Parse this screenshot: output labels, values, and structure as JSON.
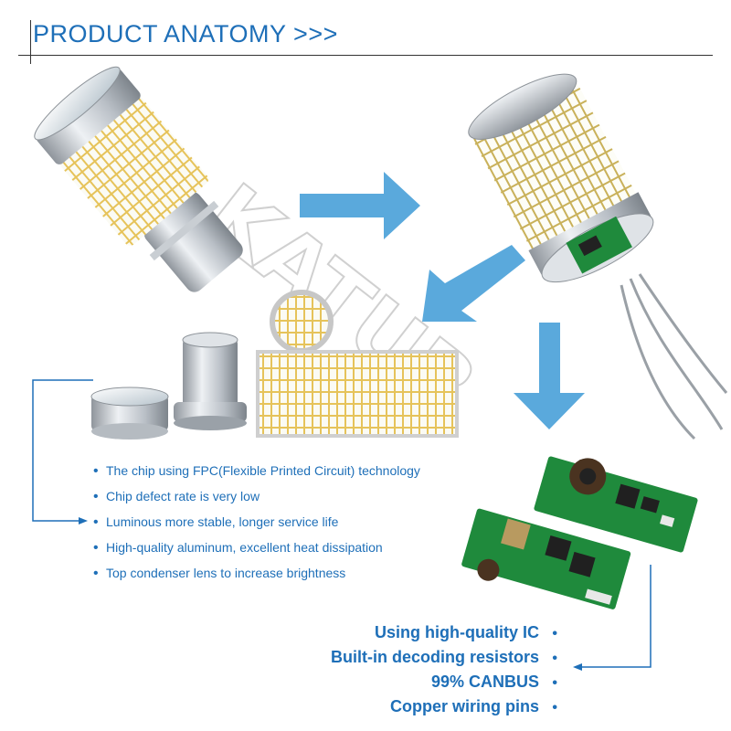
{
  "header": {
    "title": "PRODUCT ANATOMY >>>"
  },
  "watermark": "KATUR",
  "features": [
    "The chip using FPC(Flexible Printed Circuit) technology",
    "Chip defect rate is very low",
    "Luminous more stable, longer service life",
    "High-quality aluminum, excellent heat dissipation",
    "Top condenser lens to increase brightness"
  ],
  "ic_features": [
    "Using high-quality IC",
    "Built-in decoding resistors",
    "99% CANBUS",
    "Copper wiring pins"
  ],
  "colors": {
    "accent": "#1e6fb8",
    "arrow": "#5aa9dc",
    "pcb": "#1f8a3c",
    "rule": "#333333"
  }
}
